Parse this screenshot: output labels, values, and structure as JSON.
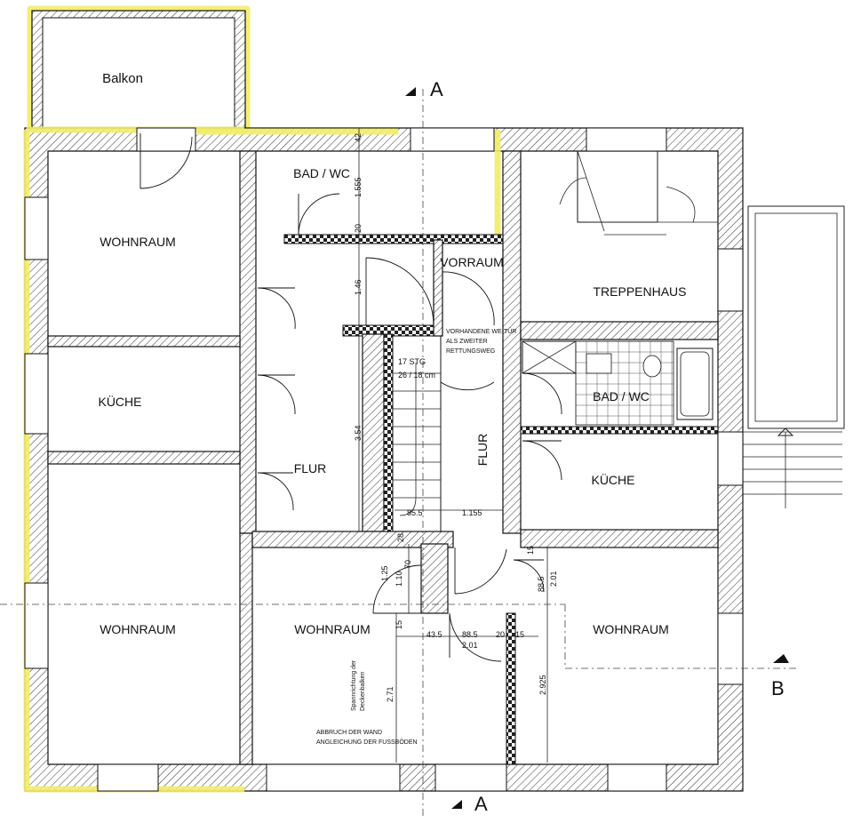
{
  "rooms": {
    "balkon": "Balkon",
    "bad_wc_top": "BAD / WC",
    "vorraum": "VORRAUM",
    "treppenhaus": "TREPPENHAUS",
    "wohnraum_tl": "WOHNRAUM",
    "kueche_left": "KÜCHE",
    "flur_center": "FLUR",
    "flur_vertical": "FLUR",
    "bad_wc_right": "BAD / WC",
    "kueche_right": "KÜCHE",
    "wohnraum_bl": "WOHNRAUM",
    "wohnraum_bc": "WOHNRAUM",
    "wohnraum_br": "WOHNRAUM"
  },
  "section_markers": {
    "a_top": "A",
    "a_bottom": "A",
    "b_right": "B"
  },
  "notes": {
    "door_line1": "VORHANDENE WE-TÜR",
    "door_line2": "ALS ZWEITER",
    "door_line3": "RETTUNGSWEG",
    "stairs_line1": "17 STG",
    "stairs_line2": "26 / 18 cm",
    "beam_line1": "Spannrichtung der",
    "beam_line2": "Deckenbalken",
    "demo_line1": "ABBRUCH DER WAND",
    "demo_line2": "ANGLEICHUNG DER FUSSBÖDEN"
  },
  "dimensions": {
    "d42": "42",
    "d1555": "1.555",
    "d20a": "20",
    "d146": "1.46",
    "d354": "3.54",
    "d855": "85.5",
    "d1155": "1.155",
    "d28": "28",
    "d125": "1.25",
    "d110": "1.10",
    "d70": "70",
    "d15a": "15",
    "d435": "43.5",
    "d885a": "88.5",
    "d201a": "2.01",
    "d20b": "20",
    "d15b": "15",
    "d15c": "15",
    "d885b": "88.5",
    "d201b": "2.01",
    "d271": "2.71",
    "d2925": "2.925"
  },
  "colors": {
    "highlight": "#f1ec6a",
    "line": "#111111"
  }
}
